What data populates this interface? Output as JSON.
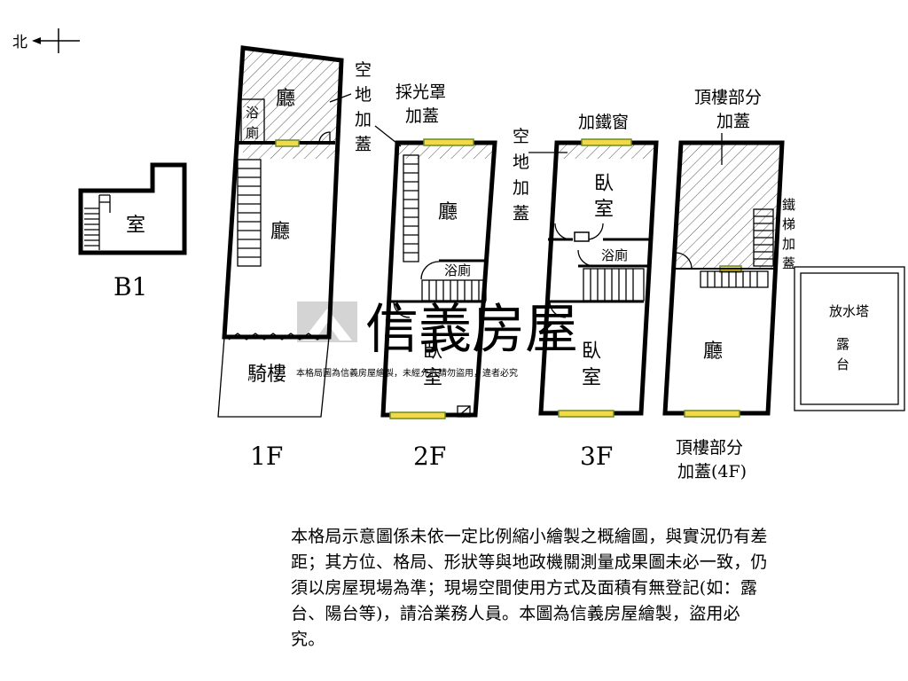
{
  "compass": {
    "north": "北"
  },
  "floors": {
    "b1": {
      "label": "B1",
      "room": "室"
    },
    "f1": {
      "label": "1F",
      "hall_top": "廳",
      "hall": "廳",
      "bath": "浴廁",
      "arcade": "騎樓",
      "annotation": "空地加蓋"
    },
    "f2": {
      "label": "2F",
      "hall": "廳",
      "bath": "浴廁",
      "bedroom": "臥室",
      "annotation_1": "採光罩",
      "annotation_2": "加蓋"
    },
    "f3": {
      "label": "3F",
      "bedroom_top": "臥室",
      "bath": "浴廁",
      "bedroom": "臥室",
      "annotation_top": "加鐵窗",
      "annotation_side": "空地加蓋"
    },
    "f4": {
      "label_1": "頂樓部分",
      "label_2": "加蓋(4F)",
      "hall": "廳",
      "annotation_1": "頂樓部分",
      "annotation_2": "加蓋",
      "stair_note": "鐵梯加蓋"
    },
    "roof": {
      "tower": "放水塔",
      "terrace": "露台"
    }
  },
  "watermark": {
    "brand": "信義房屋",
    "notice": "本格局圖為信義房屋繪製，未經允許請勿盜用，違者必究"
  },
  "disclaimer": "本格局示意圖係未依一定比例縮小繪製之概繪圖，與實況仍有差距；其方位、格局、形狀等與地政機關測量成果圖未必一致，仍須以房屋現場為準；現場空間使用方式及面積有無登記(如：露台、陽台等)，請洽業務人員。本圖為信義房屋繪製，盜用必究。"
}
